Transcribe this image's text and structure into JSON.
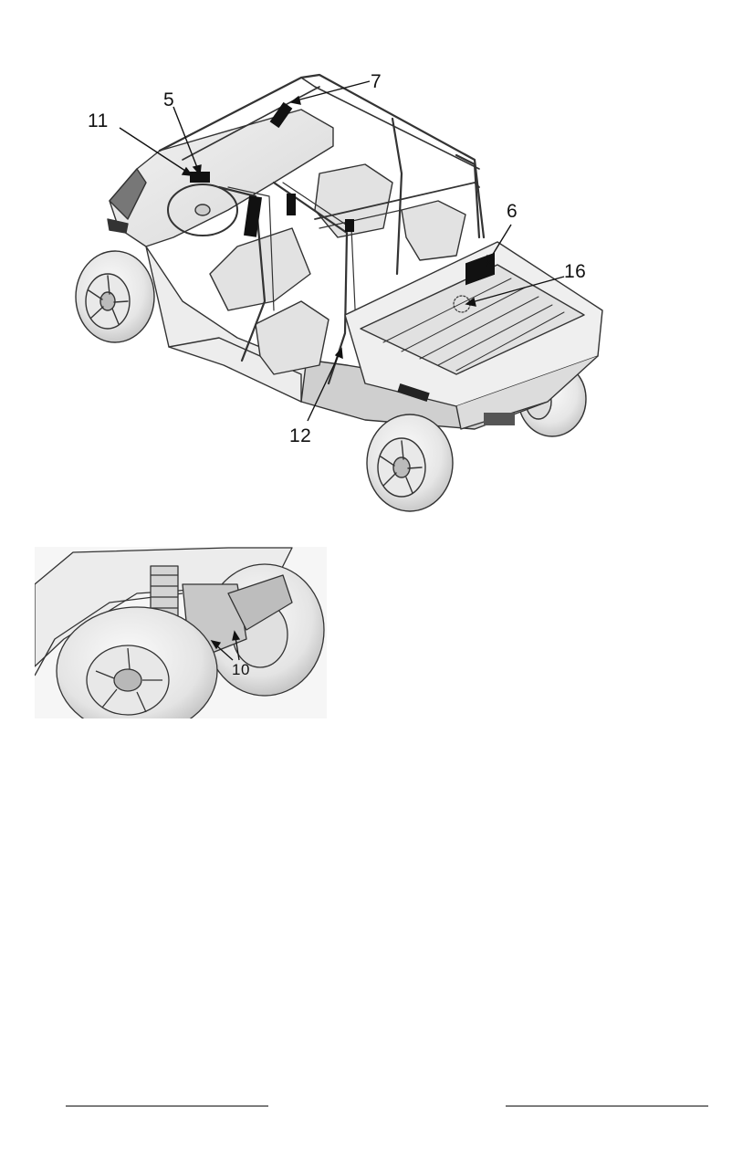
{
  "figures": {
    "vehicle_overview": {
      "callouts": [
        "11",
        "5",
        "7",
        "6",
        "16",
        "12"
      ]
    },
    "wheel_detail": {
      "callouts": [
        "10"
      ]
    }
  },
  "footer": {
    "left_text": "",
    "right_text": ""
  }
}
